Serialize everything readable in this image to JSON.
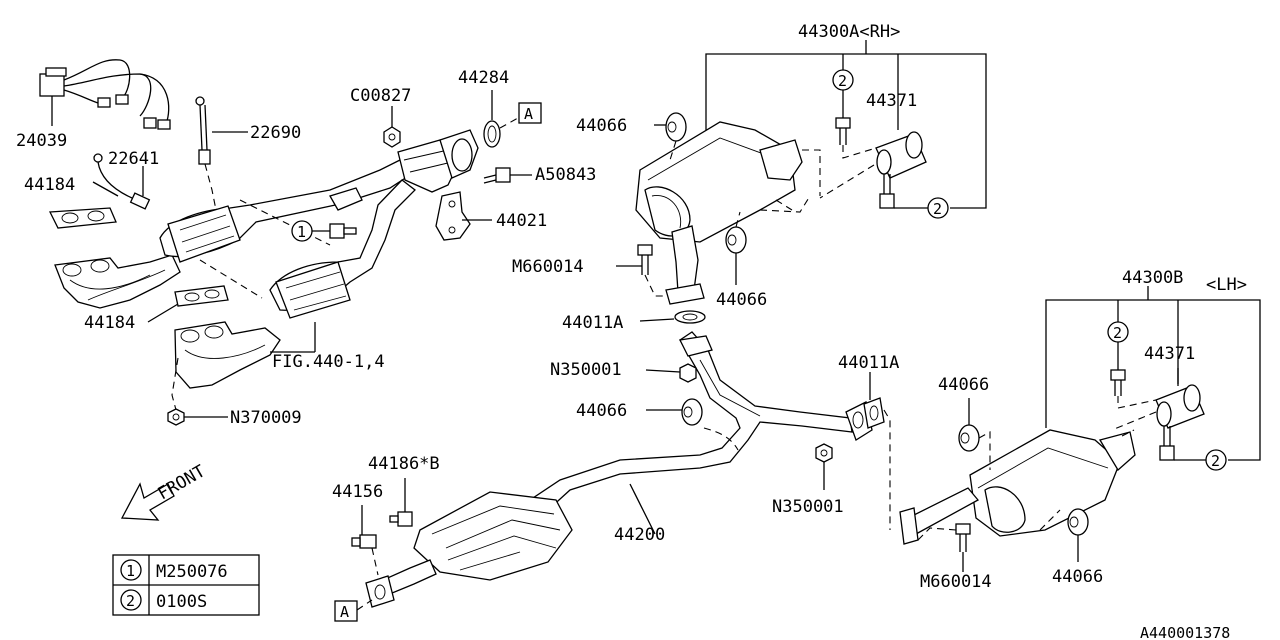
{
  "labels": {
    "p24039": "24039",
    "p22690": "22690",
    "p22641": "22641",
    "p44184_top": "44184",
    "p44184_bottom": "44184",
    "pC00827": "C00827",
    "p44284": "44284",
    "refA_top": "A",
    "pA50843": "A50843",
    "p44021": "44021",
    "p44066_a": "44066",
    "p44300A": "44300A<RH>",
    "p44371_rh": "44371",
    "pM660014_rh": "M660014",
    "p44066_b": "44066",
    "p44011A_left": "44011A",
    "pN350001_left": "N350001",
    "p44066_c": "44066",
    "p44011A_right": "44011A",
    "pN350001_right": "N350001",
    "pFIG": "FIG.440-1,4",
    "pN370009": "N370009",
    "p44186": "44186*B",
    "p44156": "44156",
    "p44200": "44200",
    "refA_bottom": "A",
    "p44300B": "44300B",
    "pLH": "<LH>",
    "p44371_lh": "44371",
    "p44066_d": "44066",
    "pM660014_lh": "M660014",
    "p44066_e": "44066",
    "front": "FRONT",
    "drawing_no": "A440001378",
    "callout1": "1",
    "callout2": "2"
  },
  "legend": [
    {
      "symbol": "1",
      "part": "M250076"
    },
    {
      "symbol": "2",
      "part": "0100S"
    }
  ]
}
